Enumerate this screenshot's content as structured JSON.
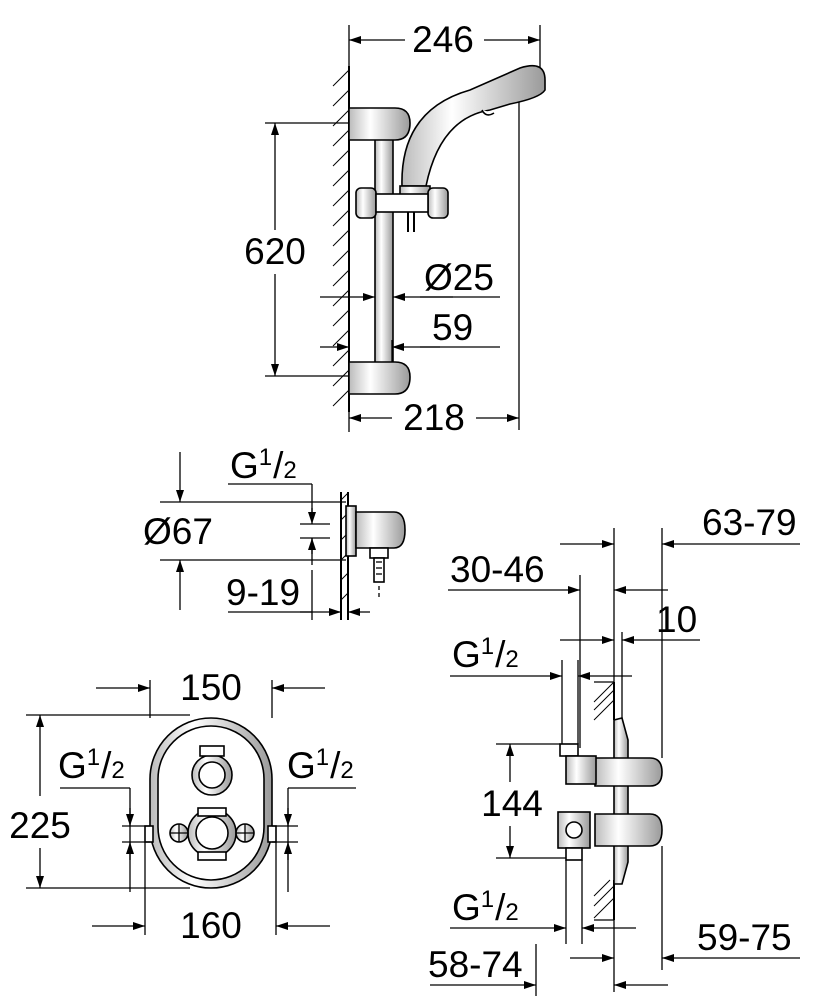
{
  "shower_set": {
    "width_top": "246",
    "height": "620",
    "bar_diameter": "Ø25",
    "bar_offset": "59",
    "width_bottom": "218"
  },
  "wall_outlet": {
    "thread_main": "G",
    "thread_sup": "1",
    "thread_sub": "2",
    "diameter": "Ø67",
    "depth_range": "9-19"
  },
  "front_view": {
    "width_top": "150",
    "height": "225",
    "thread_left_main": "G",
    "thread_left_sup": "1",
    "thread_left_sub": "2",
    "thread_right_main": "G",
    "thread_right_sup": "1",
    "thread_right_sub": "2",
    "width_bottom": "160"
  },
  "side_view": {
    "projection_top": "63-79",
    "depth_top": "30-46",
    "plate_thickness": "10",
    "thread_upper_main": "G",
    "thread_upper_sup": "1",
    "thread_upper_sub": "2",
    "spacing": "144",
    "thread_lower_main": "G",
    "thread_lower_sup": "1",
    "thread_lower_sub": "2",
    "projection_bottom": "59-75",
    "depth_bottom": "58-74"
  }
}
